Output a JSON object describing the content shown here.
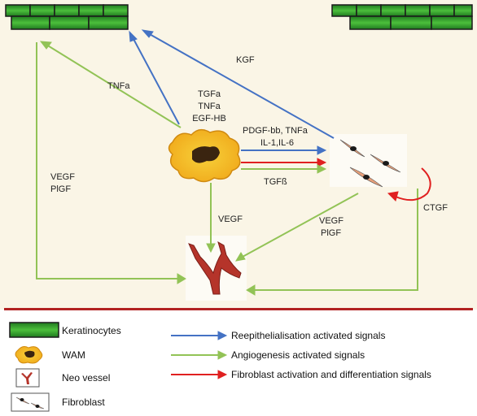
{
  "colors": {
    "background_top": "#FAF5E6",
    "separator": "#B22222",
    "reepithelialisation": "#4472C4",
    "angiogenesis": "#92C356",
    "fibroblast_activation": "#E02020",
    "keratinocyte_fill": "#2E9A2E",
    "wam_fill": "#F5C518",
    "vessel_fill": "#B5342A"
  },
  "labels": {
    "kgf": "KGF",
    "tnfa_left": "TNFa",
    "wam_signals": [
      "TGFa",
      "TNFa",
      "EGF-HB"
    ],
    "pdgf": [
      "PDGF-bb, TNFa",
      "IL-1,IL-6"
    ],
    "tgfb": "TGFß",
    "vegf_plgf_left": [
      "VEGF",
      "PlGF"
    ],
    "vegf_center": "VEGF",
    "vegf_plgf_right": [
      "VEGF",
      "PlGF"
    ],
    "ctgf": "CTGF"
  },
  "legend": {
    "cells": [
      {
        "icon": "keratinocyte-icon",
        "label": "Keratinocytes"
      },
      {
        "icon": "wam-icon",
        "label": "WAM"
      },
      {
        "icon": "neovessel-icon",
        "label": "Neo vessel"
      },
      {
        "icon": "fibroblast-icon",
        "label": "Fibroblast"
      }
    ],
    "signals": [
      {
        "color": "#4472C4",
        "label": "Reepithelialisation activated signals"
      },
      {
        "color": "#92C356",
        "label": "Angiogenesis activated signals"
      },
      {
        "color": "#E02020",
        "label": "Fibroblast activation and differentiation signals"
      }
    ]
  }
}
